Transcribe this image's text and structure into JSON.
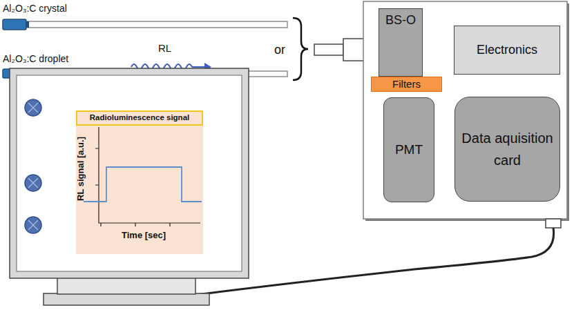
{
  "diagram": {
    "nodes": [
      {
        "text": [
          "BS-O"
        ]
      },
      {
        "text": [
          "Filters"
        ]
      },
      {
        "text": [
          "PMT"
        ]
      },
      {
        "text": [
          "Electronics"
        ]
      },
      {
        "text": [
          "Data aquisition card"
        ]
      },
      {
        "text": [
          "Radioluminescence signal"
        ]
      }
    ],
    "labels": [
      "Al₂O₃:C crystal",
      "Al₂O₃:C droplet",
      "RL",
      "or",
      "RL signal [a.u.]",
      "Time [sec]"
    ]
  }
}
